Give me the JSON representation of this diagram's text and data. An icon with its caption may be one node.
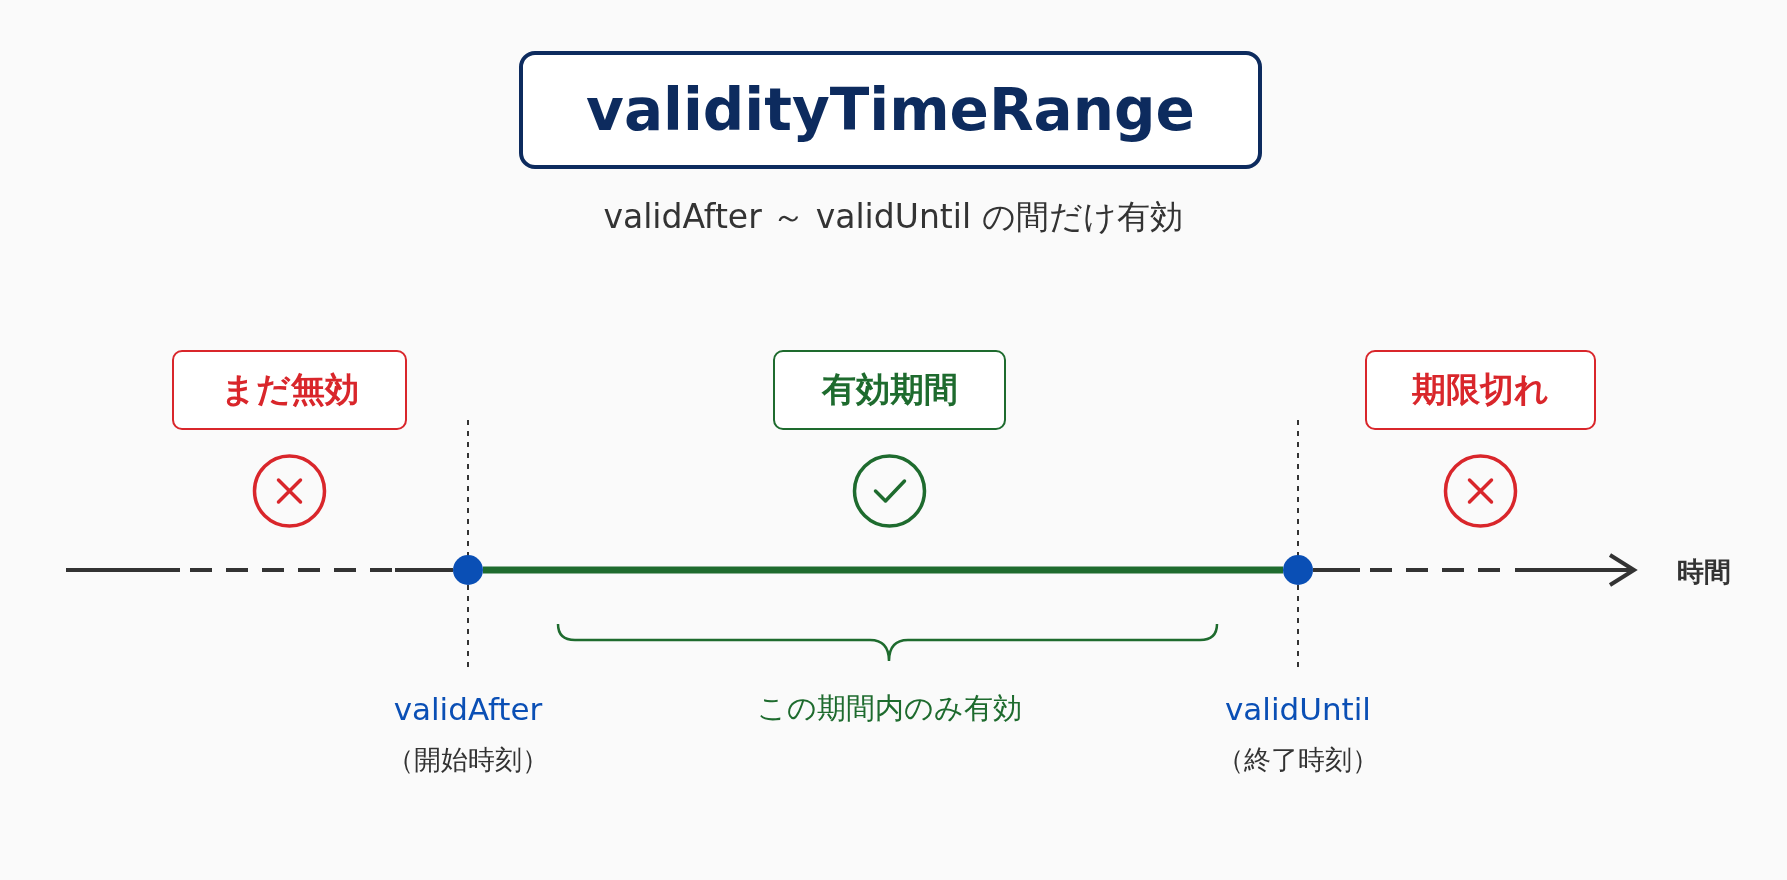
{
  "diagram": {
    "title": "validityTimeRange",
    "nodes": [
      {
        "text": [
          "まだ無効"
        ]
      },
      {
        "text": [
          "有効期間"
        ]
      },
      {
        "text": [
          "期限切れ"
        ]
      },
      {
        "text": [],
        "shape": "circle",
        "beside": [
          "validAfter",
          "（開始時刻）"
        ]
      },
      {
        "text": [],
        "shape": "circle",
        "beside": [
          "validUntil",
          "（終了時刻）"
        ]
      }
    ],
    "edges": [
      {
        "from": 3,
        "to": 4,
        "arrow": "none"
      }
    ],
    "labels": [
      "validAfter ～ validUntil の間だけ有効",
      "この期間内のみ有効",
      "時間"
    ]
  }
}
